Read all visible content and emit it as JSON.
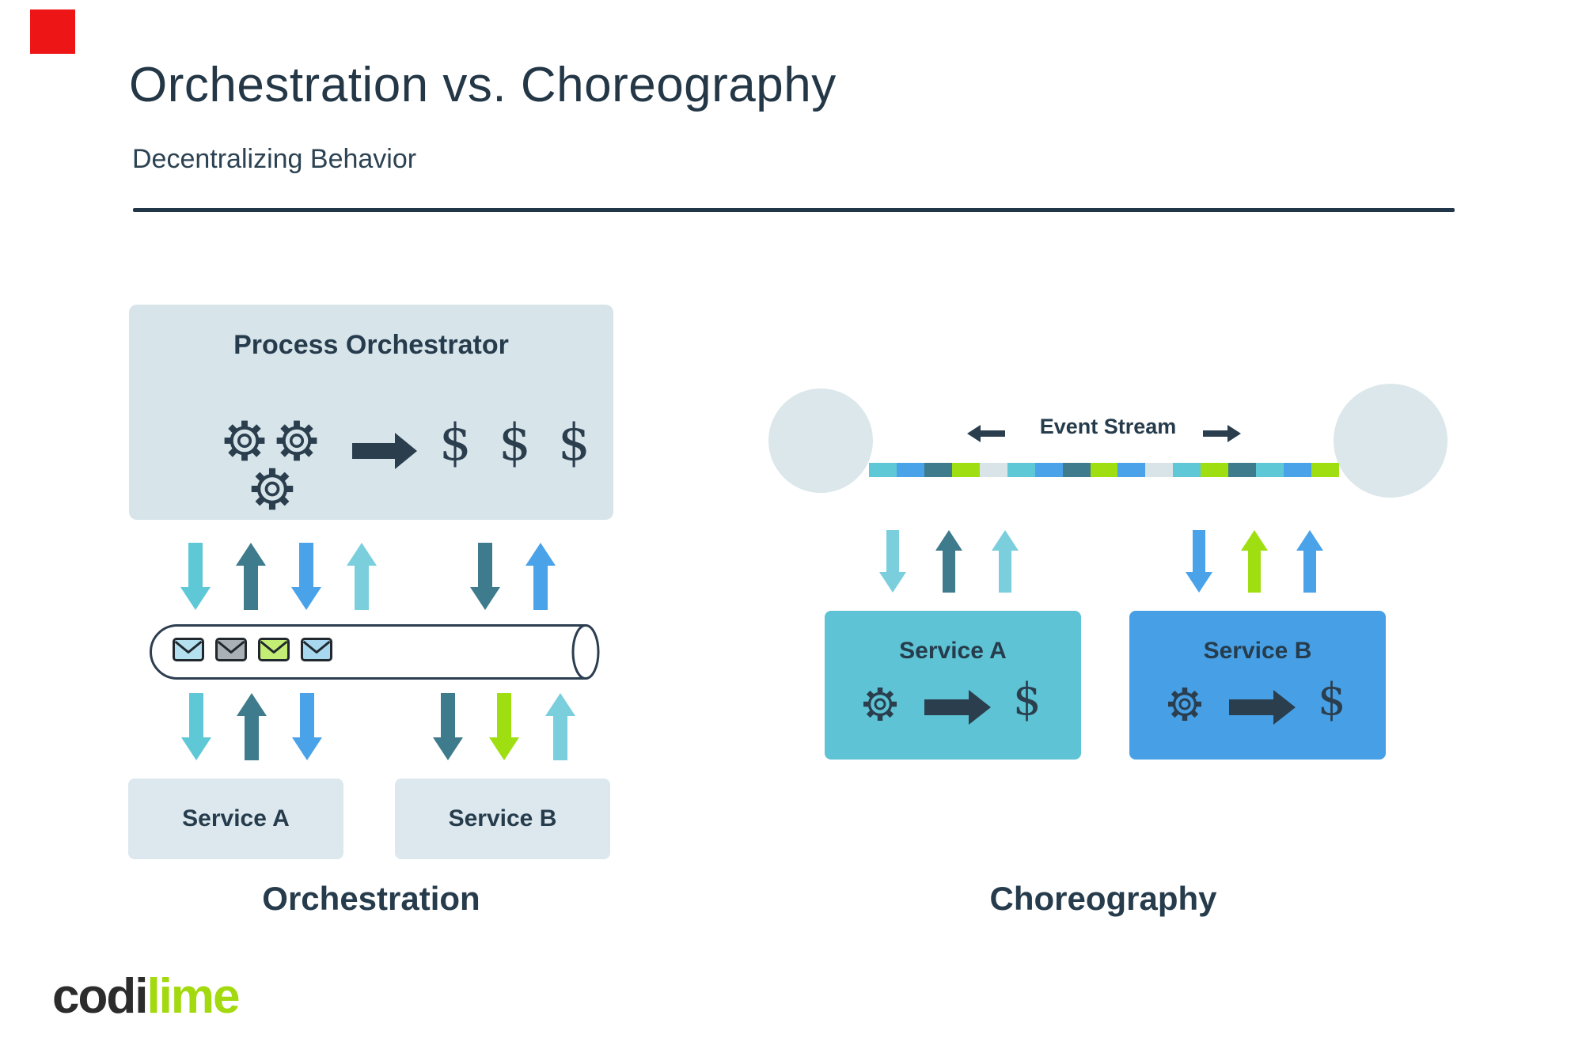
{
  "palette": {
    "cyan": "#5fc8d7",
    "teal": "#3e7b8c",
    "blue": "#4aa2e8",
    "light_cyan": "#7bcfdd",
    "lime": "#9fdf12",
    "pale": "#d9e4e8",
    "dark": "#2b3e4e",
    "box_light": "#d7e4ea",
    "service_light": "#dce8ee",
    "circle": "#dbe7ea",
    "service_a_fill": "#5ec3d4",
    "service_b_fill": "#47a0e6",
    "env_blue": "#b5e0ef",
    "env_gray": "#a9b1b6",
    "env_lime": "#c4ed75",
    "env_blue2": "#a8d8ef",
    "logo_dark": "#2c2c2c",
    "logo_lime": "#a2d90f",
    "red_marker": "#ed1515",
    "rule": "#223649"
  },
  "header": {
    "title": "Orchestration vs. Choreography",
    "subtitle": "Decentralizing Behavior"
  },
  "orchestration": {
    "orchestrator_label": "Process Orchestrator",
    "dollars": "$ $ $",
    "service_a_label": "Service A",
    "service_b_label": "Service B",
    "caption": "Orchestration",
    "arrows_row1_left": [
      {
        "dir": "down",
        "color": "cyan"
      },
      {
        "dir": "up",
        "color": "teal"
      },
      {
        "dir": "down",
        "color": "blue"
      },
      {
        "dir": "up",
        "color": "light_cyan"
      }
    ],
    "arrows_row1_right": [
      {
        "dir": "down",
        "color": "teal"
      },
      {
        "dir": "up",
        "color": "blue"
      }
    ],
    "arrows_row2_left": [
      {
        "dir": "down",
        "color": "cyan"
      },
      {
        "dir": "up",
        "color": "teal"
      },
      {
        "dir": "down",
        "color": "blue"
      }
    ],
    "arrows_row2_right": [
      {
        "dir": "down",
        "color": "teal"
      },
      {
        "dir": "down",
        "color": "lime"
      },
      {
        "dir": "up",
        "color": "light_cyan"
      }
    ],
    "envelopes": [
      "env_blue",
      "env_gray",
      "env_lime",
      "env_blue2"
    ]
  },
  "choreography": {
    "event_stream_label": "Event Stream",
    "service_a_label": "Service A",
    "service_b_label": "Service B",
    "dollar_a": "$",
    "dollar_b": "$",
    "caption": "Choreography",
    "arrows_service_a": [
      {
        "dir": "down",
        "color": "light_cyan"
      },
      {
        "dir": "up",
        "color": "teal"
      },
      {
        "dir": "up",
        "color": "light_cyan"
      }
    ],
    "arrows_service_b": [
      {
        "dir": "down",
        "color": "blue"
      },
      {
        "dir": "up",
        "color": "lime"
      },
      {
        "dir": "up",
        "color": "blue"
      }
    ],
    "stream_segments": [
      "cyan",
      "blue",
      "teal",
      "lime",
      "pale",
      "cyan",
      "blue",
      "teal",
      "lime",
      "blue",
      "pale",
      "cyan",
      "lime",
      "teal",
      "cyan",
      "blue",
      "lime"
    ]
  },
  "logo": {
    "part1": "codi",
    "part2": "lime"
  }
}
